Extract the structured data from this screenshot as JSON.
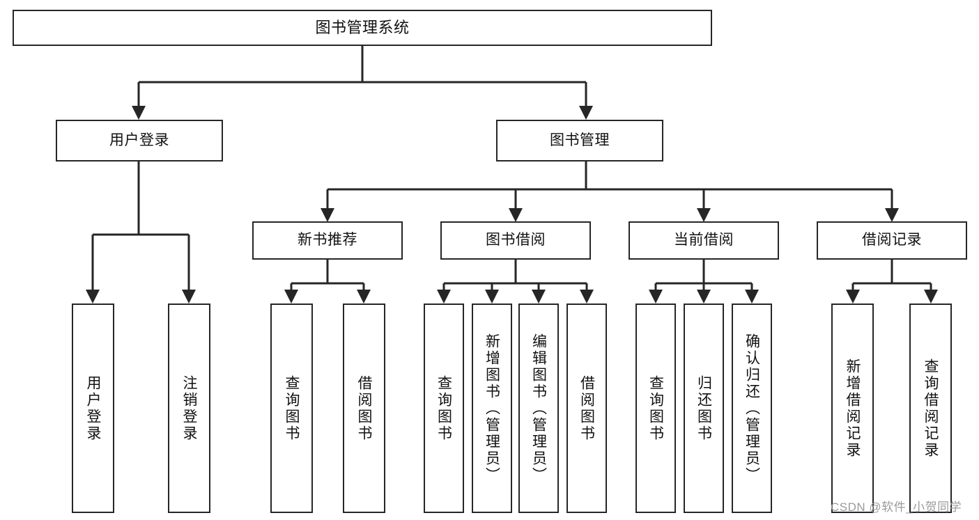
{
  "diagram": {
    "title": "图书管理系统",
    "type": "hierarchy-tree",
    "root": {
      "label": "图书管理系统"
    },
    "level2": [
      {
        "label": "用户登录"
      },
      {
        "label": "图书管理"
      }
    ],
    "level3": [
      {
        "label": "新书推荐"
      },
      {
        "label": "图书借阅"
      },
      {
        "label": "当前借阅"
      },
      {
        "label": "借阅记录"
      }
    ],
    "leaves": {
      "user_login": [
        {
          "label": "用户登录"
        },
        {
          "label": "注销登录"
        }
      ],
      "new_book_recommend": [
        {
          "label": "查询图书"
        },
        {
          "label": "借阅图书"
        }
      ],
      "book_borrow": [
        {
          "label": "查询图书"
        },
        {
          "label": "新增图书（管理员）"
        },
        {
          "label": "编辑图书（管理员）"
        },
        {
          "label": "借阅图书"
        }
      ],
      "current_borrow": [
        {
          "label": "查询图书"
        },
        {
          "label": "归还图书"
        },
        {
          "label": "确认归还（管理员）"
        }
      ],
      "borrow_record": [
        {
          "label": "新增借阅记录"
        },
        {
          "label": "查询借阅记录"
        }
      ]
    }
  },
  "watermark": {
    "text": "CSDN @软件_小贺同学"
  },
  "colors": {
    "stroke": "#262626",
    "background": "#ffffff",
    "text": "#111111",
    "watermark": "#9a9a9a"
  }
}
